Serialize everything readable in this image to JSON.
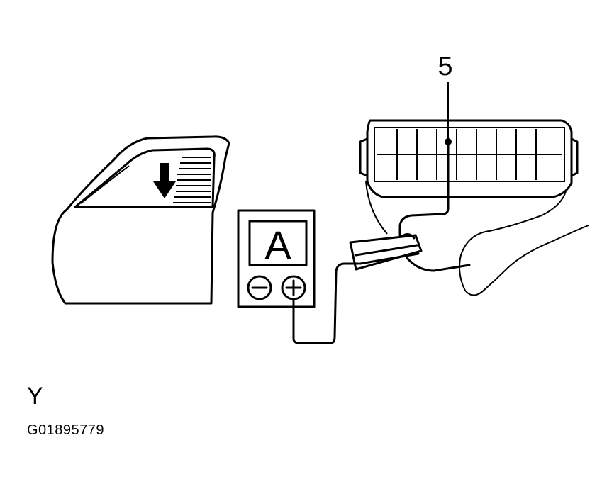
{
  "diagram": {
    "callout_number": "5",
    "meter_display": "A",
    "meter_minus": "−",
    "meter_plus": "+",
    "side_letter": "Y",
    "figure_code": "G01895779"
  }
}
